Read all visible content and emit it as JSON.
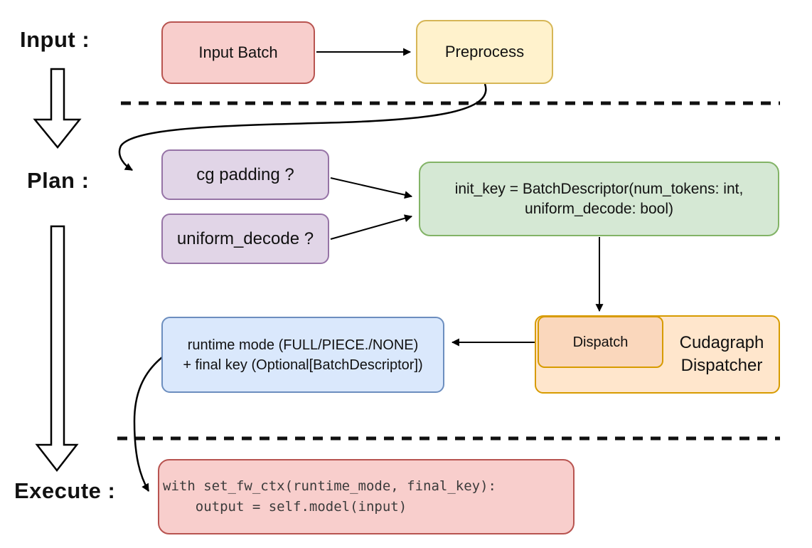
{
  "stage_labels": {
    "input": "Input :",
    "plan": "Plan :",
    "execute": "Execute :"
  },
  "nodes": {
    "input_batch": {
      "label": "Input Batch"
    },
    "preprocess": {
      "label": "Preprocess"
    },
    "cg_padding": {
      "label": "cg padding ?"
    },
    "uniform_decode": {
      "label": "uniform_decode ?"
    },
    "init_key": {
      "line1": "init_key = BatchDescriptor(num_tokens: int,",
      "line2": "uniform_decode: bool)"
    },
    "dispatch": {
      "label": "Dispatch"
    },
    "cudagraph_dispatcher": {
      "label": "Cudagraph Dispatcher"
    },
    "runtime_mode": {
      "line1": "runtime mode (FULL/PIECE./NONE)",
      "line2": "+ final key (Optional[BatchDescriptor])"
    },
    "execute_code": {
      "line1": "with set_fw_ctx(runtime_mode, final_key):",
      "line2": "    output = self.model(input)"
    }
  },
  "palette": {
    "red_fill": "#f8cecc",
    "red_stroke": "#b85450",
    "yellow_fill": "#fff2cc",
    "yellow_stroke": "#d6b656",
    "purple_fill": "#e1d5e7",
    "purple_stroke": "#9673a6",
    "green_fill": "#d5e8d4",
    "green_stroke": "#82b366",
    "blue_fill": "#dae8fc",
    "blue_stroke": "#6c8ebf",
    "orange_fill": "#ffe6cc",
    "orange_stroke": "#d79b00",
    "dispatch_fill": "#fad7bc",
    "line_color": "#000000",
    "text_color": "#111111",
    "code_text_color": "#3b3b3b"
  }
}
